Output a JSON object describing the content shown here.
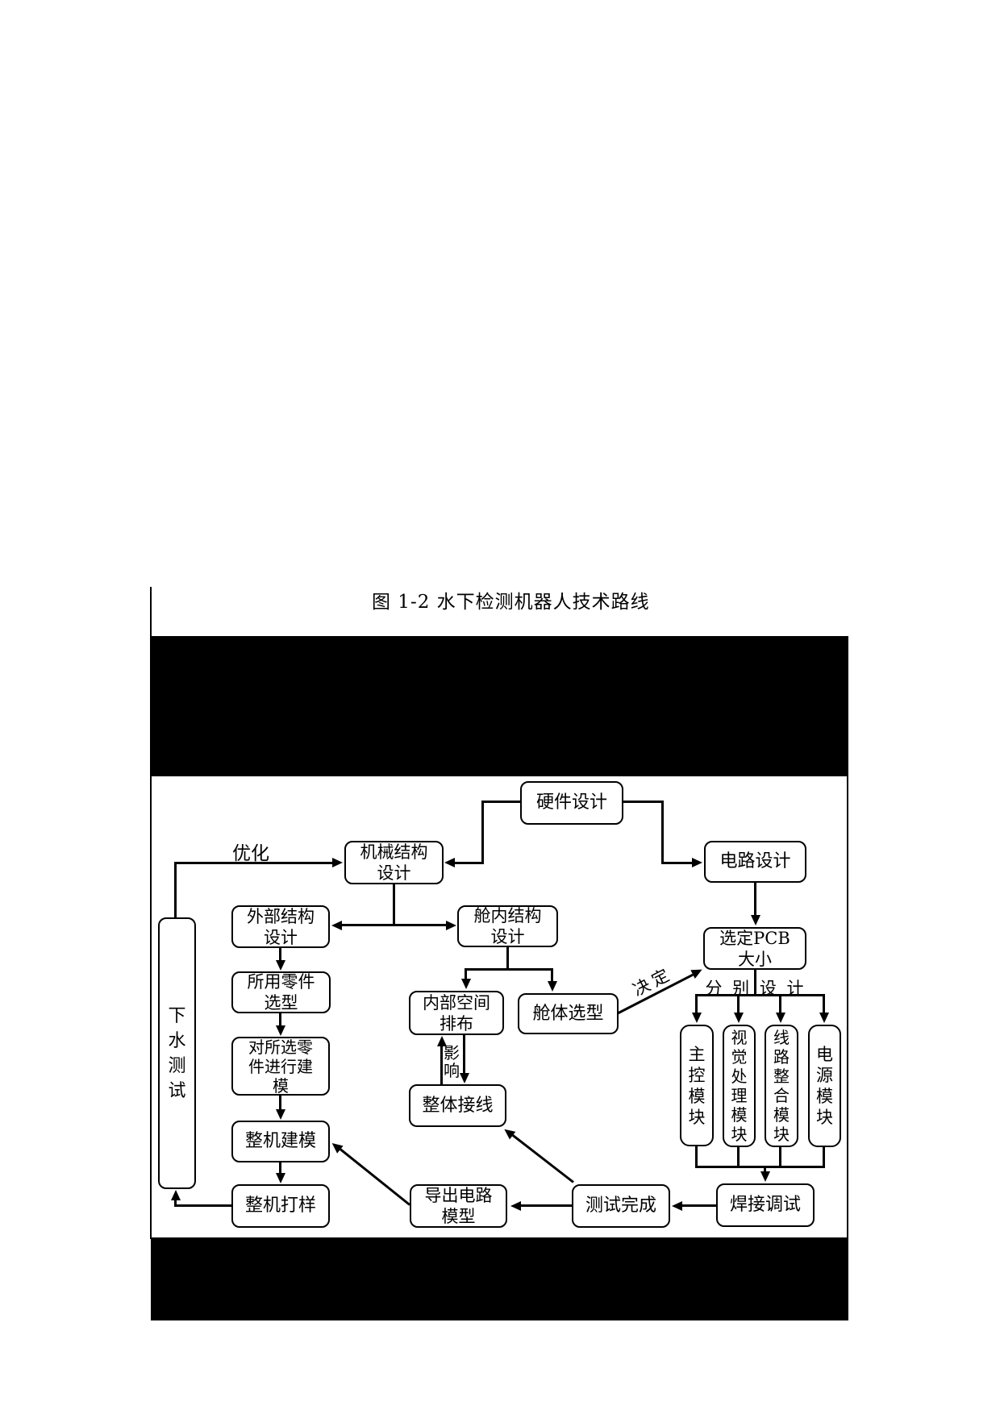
{
  "figure": {
    "caption": "图 1-2 水下检测机器人技术路线"
  },
  "nodes": {
    "hardware_design": {
      "label": "硬件设计"
    },
    "mechanical_structure_design": {
      "label": "机械结构\n设计"
    },
    "circuit_design": {
      "label": "电路设计"
    },
    "external_structure_design": {
      "label": "外部结构\n设计"
    },
    "cabin_internal_structure_design": {
      "label": "舱内结构\n设计"
    },
    "parts_selection": {
      "label": "所用零件\n选型"
    },
    "model_selected_parts": {
      "label": "对所选零\n件进行建\n模"
    },
    "whole_machine_modeling": {
      "label": "整机建模"
    },
    "whole_machine_prototyping": {
      "label": "整机打样"
    },
    "water_test": {
      "label": "下水测试"
    },
    "internal_space_layout": {
      "label": "内部空间\n排布"
    },
    "cabin_selection": {
      "label": "舱体选型"
    },
    "overall_wiring": {
      "label": "整体接线"
    },
    "select_pcb_size": {
      "label": "选定PCB\n大小"
    },
    "main_control_module": {
      "label": "主控模块"
    },
    "vision_processing_module": {
      "label": "视觉处理模块"
    },
    "circuit_integration_module": {
      "label": "线路整合模块"
    },
    "power_module": {
      "label": "电源模块"
    },
    "welding_debugging": {
      "label": "焊接调试"
    },
    "test_complete": {
      "label": "测试完成"
    },
    "export_circuit_model": {
      "label": "导出电路\n模型"
    }
  },
  "edge_labels": {
    "optimize": "优化",
    "influence": "影响",
    "decide": "决定",
    "design_separately": "分 别 设 计"
  },
  "colors": {
    "ink": "#000000",
    "background": "#ffffff",
    "redaction_band": "#000000"
  }
}
